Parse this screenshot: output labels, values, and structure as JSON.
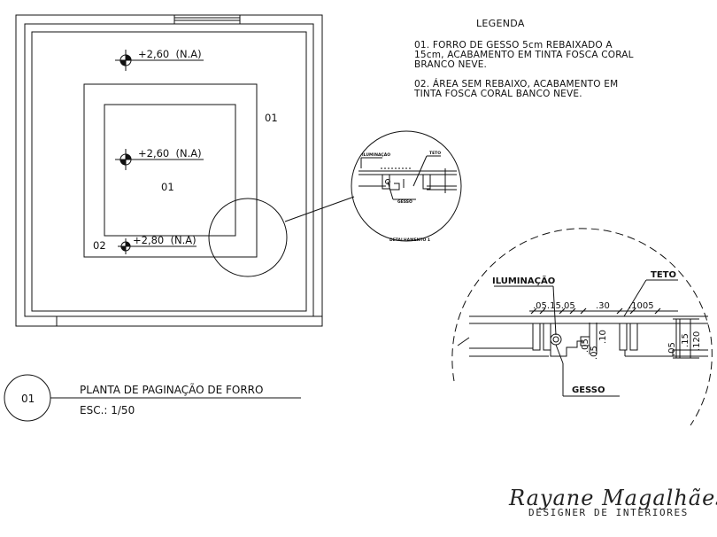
{
  "legend": {
    "title": "LEGENDA",
    "items": [
      "01. FORRO DE GESSO 5cm REBAIXADO A\n15cm, ACABAMENTO EM TINTA FOSCA CORAL\nBRANCO NEVE.",
      "02. ÁREA SEM REBAIXO, ACABAMENTO EM\nTINTA FOSCA CORAL BANCO NEVE."
    ]
  },
  "plan": {
    "level_top": "+2,60  (N.A)",
    "level_center": "+2,60  (N.A)",
    "level_bottom": "+2,80  (N.A)",
    "area_label_outer": "01",
    "area_label_inner": "01",
    "area_label_02": "02"
  },
  "detail_small": {
    "label_iluminacao": "ILUMINAÇÃO",
    "label_teto": "TETO",
    "label_gesso": "GESSO",
    "caption": "DETALHAMENTO 1"
  },
  "detail_large": {
    "label_iluminacao": "ILUMINAÇÃO",
    "label_teto": "TETO",
    "label_gesso": "GESSO",
    "dim_top": ".05.15.05",
    "dim_30": ".30",
    "dim_1005": ".1005",
    "dim_v10": ".10",
    "dim_v05a": ".05",
    "dim_v05b": ".05",
    "dim_r15": ".15",
    "dim_r05": ".05",
    "dim_r120": ".120"
  },
  "title_block": {
    "number": "01",
    "title": "PLANTA DE PAGINAÇÃO DE FORRO",
    "scale": "ESC.: 1/50"
  },
  "signature": {
    "name": "Rayane Magalhães",
    "role": "DESIGNER DE INTERIORES"
  }
}
